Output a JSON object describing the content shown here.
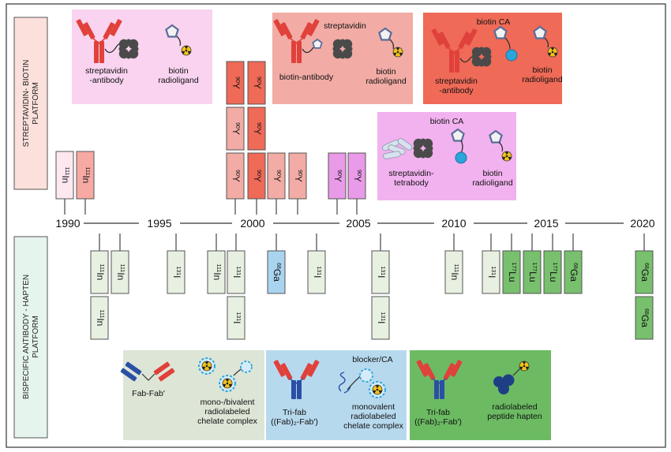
{
  "platforms": {
    "top": {
      "line1": "STREPTAVIDIN- BIOTIN",
      "line2": "PLATFORM"
    },
    "bottom": {
      "line1": "BISPECIFIC ANTIBODY - HAPTEN",
      "line2": "PLATFORM"
    }
  },
  "years": [
    "1990",
    "1995",
    "2000",
    "2005",
    "2010",
    "2015",
    "2020"
  ],
  "isotopes": {
    "In111": {
      "mass": "111",
      "sym": "In"
    },
    "Y90": {
      "mass": "90",
      "sym": "Y"
    },
    "I131": {
      "mass": "131",
      "sym": "I"
    },
    "Lu177": {
      "mass": "177",
      "sym": "Lu"
    },
    "Ga68": {
      "mass": "68",
      "sym": "Ga"
    }
  },
  "panels": {
    "p1": {
      "antibody_label": [
        "streptavidin",
        "-antibody"
      ],
      "ligand_label": [
        "biotin",
        "radioligand"
      ]
    },
    "p2": {
      "top_label": "streptavidin",
      "antibody_label": "biotin-antibody",
      "ligand_label": [
        "biotin",
        "radioligand"
      ]
    },
    "p3": {
      "top_label": "biotin CA",
      "antibody_label": [
        "streptavidin",
        "-antibody"
      ],
      "ligand_label": [
        "biotin",
        "radioligand"
      ]
    },
    "p4": {
      "top_label": "biotin CA",
      "antibody_label": [
        "streptavidin-",
        "tetrabody"
      ],
      "ligand_label": [
        "biotin",
        "radioligand"
      ]
    },
    "b1": {
      "antibody_label": "Fab-Fab'",
      "complex_label": [
        "mono-/bivalent",
        "radiolabeled",
        "chelate complex"
      ]
    },
    "b2": {
      "top_label": "blocker/CA",
      "antibody_label": [
        "Tri-fab",
        "((Fab)₂-Fab')"
      ],
      "complex_label": [
        "monovalent",
        "radiolabeled",
        "chelate complex"
      ]
    },
    "b3": {
      "antibody_label": [
        "Tri-fab",
        "((Fab)₂-Fab')"
      ],
      "complex_label": [
        "radiolabeled",
        "peptide hapten"
      ]
    }
  },
  "colors": {
    "pink_panel": "#f9d3ef",
    "salmon_panel": "#f2aba5",
    "red_panel": "#ef6a57",
    "magenta_panel": "#f2b2ef",
    "gray_green_panel": "#dde5d6",
    "blue_panel": "#b7d9ee",
    "green_panel": "#6cbb63",
    "antibody_red": "#e0413a",
    "antibody_blue": "#2b4fa5",
    "streptavidin": "#4a4a4a",
    "biotin_ring": "#5a6d9a",
    "blocker_cyan": "#2aa6dc",
    "radio_yellow": "#f2c21b"
  }
}
